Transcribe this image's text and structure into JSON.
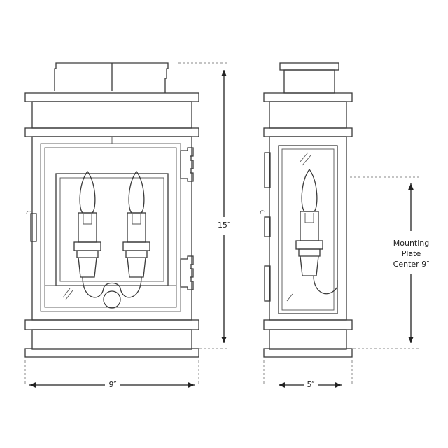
{
  "dimensions": {
    "height_label": "15″",
    "front_width_label": "9″",
    "side_width_label": "5″",
    "mounting_label_lines": [
      "Mounting",
      "Plate",
      "Center 9″"
    ]
  },
  "colors": {
    "line": "#3a3a3a",
    "background": "#ffffff"
  }
}
